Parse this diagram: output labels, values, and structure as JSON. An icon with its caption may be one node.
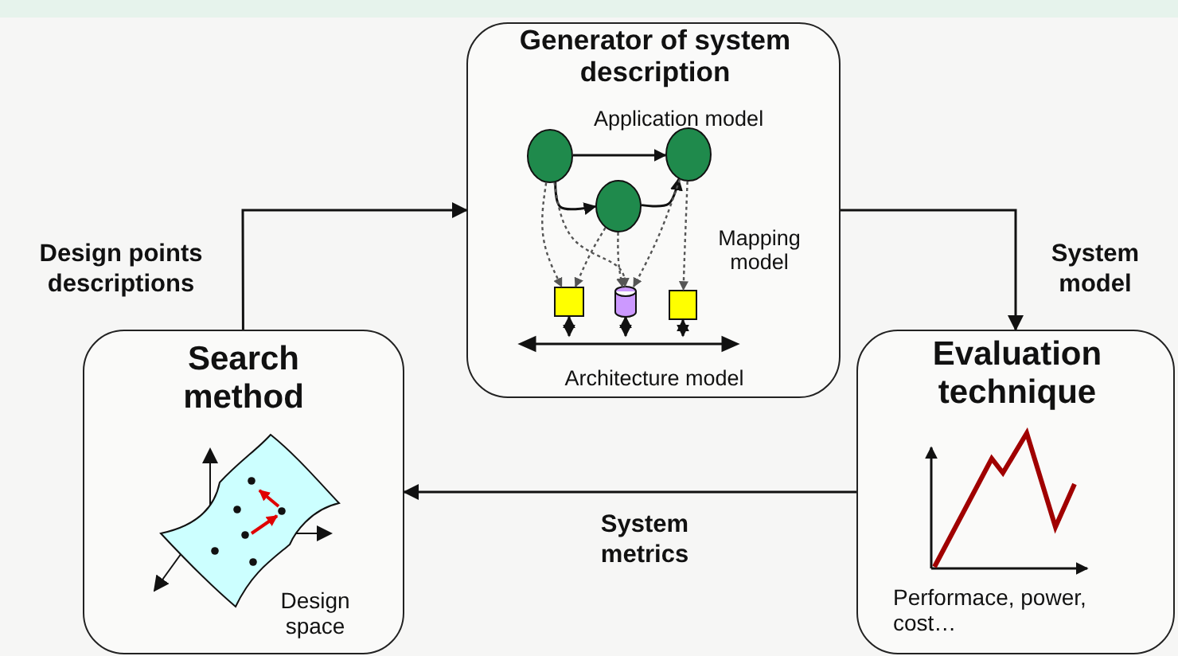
{
  "diagram": {
    "nodes": [
      {
        "text": [
          "Generator of system description",
          "Application model",
          "Mapping model",
          "Architecture model"
        ]
      },
      {
        "text": [],
        "shape": "circle",
        "in": 0
      },
      {
        "text": [],
        "shape": "circle",
        "in": 0
      },
      {
        "text": [],
        "shape": "circle",
        "in": 0
      },
      {
        "text": [],
        "shape": "box",
        "in": 0
      },
      {
        "text": [],
        "shape": "cylinder",
        "in": 0
      },
      {
        "text": [],
        "shape": "box",
        "in": 0
      },
      {
        "text": [],
        "shape": "bar",
        "in": 0
      },
      {
        "text": [
          "Search method",
          "Design space"
        ]
      },
      {
        "text": [
          "Evaluation technique",
          "Performace, power, cost…"
        ]
      }
    ],
    "edges": [
      {
        "from": 8,
        "to": 0,
        "arrow": "to",
        "label": "Design points descriptions"
      },
      {
        "from": 0,
        "to": 9,
        "arrow": "to",
        "label": "System model"
      },
      {
        "from": 9,
        "to": 8,
        "arrow": "to",
        "label": "System metrics"
      },
      {
        "from": 1,
        "to": 2,
        "arrow": "to"
      },
      {
        "from": 1,
        "to": 3,
        "arrow": "to"
      },
      {
        "from": 3,
        "to": 2,
        "arrow": "to"
      },
      {
        "from": 1,
        "to": 4,
        "arrow": "to",
        "style": "dashed"
      },
      {
        "from": 1,
        "to": 5,
        "arrow": "to",
        "style": "dashed"
      },
      {
        "from": 3,
        "to": 4,
        "arrow": "to",
        "style": "dashed"
      },
      {
        "from": 3,
        "to": 5,
        "arrow": "to",
        "style": "dashed"
      },
      {
        "from": 2,
        "to": 5,
        "arrow": "to",
        "style": "dashed"
      },
      {
        "from": 2,
        "to": 6,
        "arrow": "to",
        "style": "dashed"
      },
      {
        "from": 4,
        "to": 7,
        "arrow": "both"
      },
      {
        "from": 5,
        "to": 7,
        "arrow": "both"
      },
      {
        "from": 6,
        "to": 7,
        "arrow": "both"
      }
    ]
  }
}
